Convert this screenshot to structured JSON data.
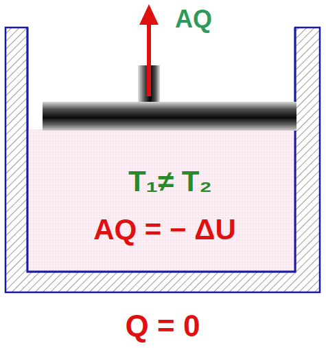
{
  "diagram": {
    "labels": [
      "AQ",
      "T₁≠ T₂",
      "AQ = − ΔU",
      "Q = 0"
    ]
  }
}
